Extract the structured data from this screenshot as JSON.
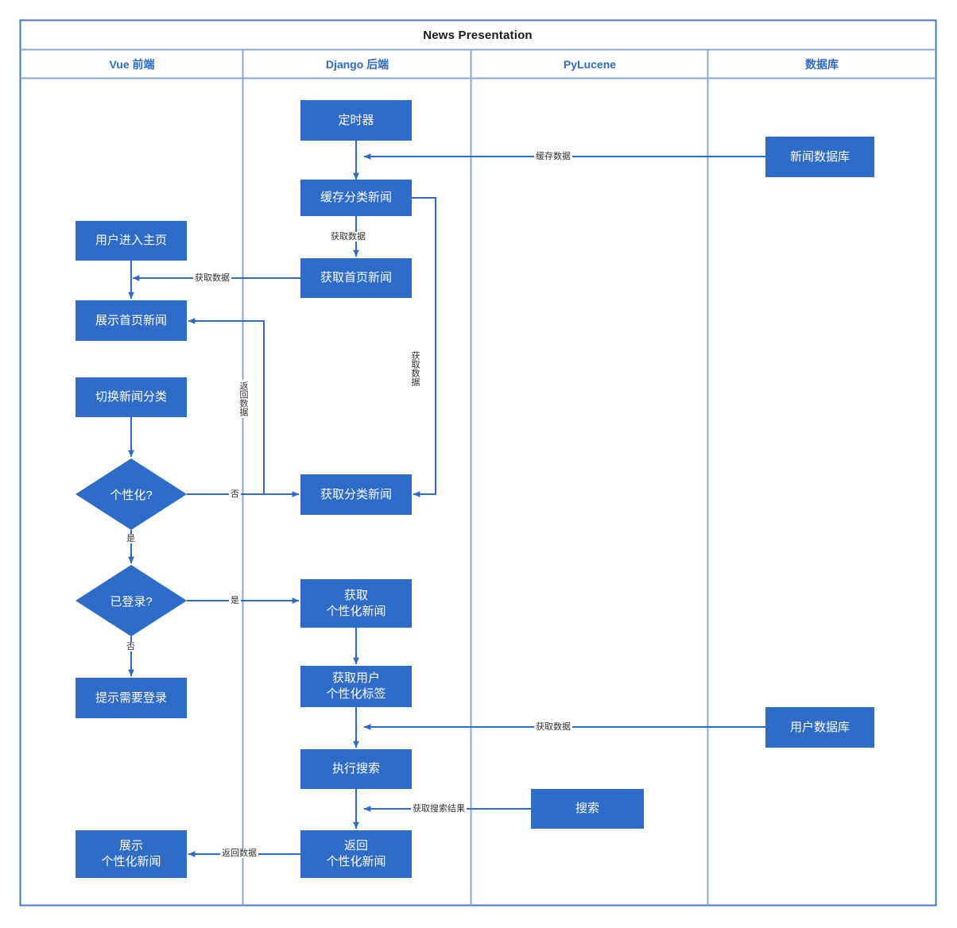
{
  "diagram": {
    "pool_title": "News Presentation",
    "lanes": [
      {
        "id": "vue",
        "label": "Vue 前端"
      },
      {
        "id": "django",
        "label": "Django 后端"
      },
      {
        "id": "lucene",
        "label": "PyLucene"
      },
      {
        "id": "db",
        "label": "数据库"
      }
    ],
    "colors": {
      "node_fill": "#2d6cc8",
      "node_text": "#ffffff",
      "lane_border": "#8aa4dc",
      "frame_border": "#4a72c8",
      "edge": "#2f6ac9",
      "lane_label": "#2f6ac9",
      "pool_label": "#1a1a1a",
      "edge_label": "#333333",
      "background": "#ffffff"
    },
    "nodes": [
      {
        "id": "timer",
        "lane": "django",
        "shape": "box",
        "label": "定时器"
      },
      {
        "id": "newsdb",
        "lane": "db",
        "shape": "box",
        "label": "新闻数据库"
      },
      {
        "id": "cache",
        "lane": "django",
        "shape": "box",
        "label": "缓存分类新闻"
      },
      {
        "id": "enter_home",
        "lane": "vue",
        "shape": "box",
        "label": "用户进入主页"
      },
      {
        "id": "fetch_home",
        "lane": "django",
        "shape": "box",
        "label": "获取首页新闻"
      },
      {
        "id": "show_home",
        "lane": "vue",
        "shape": "box",
        "label": "展示首页新闻"
      },
      {
        "id": "switch_cat",
        "lane": "vue",
        "shape": "box",
        "label": "切换新闻分类"
      },
      {
        "id": "is_personal",
        "lane": "vue",
        "shape": "diamond",
        "label": "个性化?"
      },
      {
        "id": "fetch_cat",
        "lane": "django",
        "shape": "box",
        "label": "获取分类新闻"
      },
      {
        "id": "is_logged",
        "lane": "vue",
        "shape": "diamond",
        "label": "已登录?"
      },
      {
        "id": "fetch_pers",
        "lane": "django",
        "shape": "box",
        "label": "获取\n个性化新闻"
      },
      {
        "id": "need_login",
        "lane": "vue",
        "shape": "box",
        "label": "提示需要登录"
      },
      {
        "id": "fetch_tags",
        "lane": "django",
        "shape": "box",
        "label": "获取用户\n个性化标签"
      },
      {
        "id": "userdb",
        "lane": "db",
        "shape": "box",
        "label": "用户数据库"
      },
      {
        "id": "do_search",
        "lane": "django",
        "shape": "box",
        "label": "执行搜索"
      },
      {
        "id": "search",
        "lane": "lucene",
        "shape": "box",
        "label": "搜索"
      },
      {
        "id": "return_pers",
        "lane": "django",
        "shape": "box",
        "label": "返回\n个性化新闻"
      },
      {
        "id": "show_pers",
        "lane": "vue",
        "shape": "box",
        "label": "展示\n个性化新闻"
      }
    ],
    "edges": [
      {
        "id": "e-timer-cache",
        "from": "timer",
        "to": "cache",
        "label": ""
      },
      {
        "id": "e-newsdb-cache",
        "from": "newsdb",
        "to": "cache",
        "label": "缓存数据"
      },
      {
        "id": "e-cache-fetchhome",
        "from": "cache",
        "to": "fetch_home",
        "label": "获取数据"
      },
      {
        "id": "e-enterhome-showhome",
        "from": "enter_home",
        "to": "show_home",
        "label": ""
      },
      {
        "id": "e-fetchhome-home",
        "from": "fetch_home",
        "to": "enter_home",
        "label": "获取数据"
      },
      {
        "id": "e-cache-fetchcat",
        "from": "cache",
        "to": "fetch_cat",
        "label": "获取数据"
      },
      {
        "id": "e-switch-ispersonal",
        "from": "switch_cat",
        "to": "is_personal",
        "label": ""
      },
      {
        "id": "e-ispersonal-fetchcat",
        "from": "is_personal",
        "to": "fetch_cat",
        "label": "否"
      },
      {
        "id": "e-fetchcat-showhome",
        "from": "fetch_cat",
        "to": "show_home",
        "label": "返回数据"
      },
      {
        "id": "e-ispersonal-islogged",
        "from": "is_personal",
        "to": "is_logged",
        "label": "是"
      },
      {
        "id": "e-islogged-fetchpers",
        "from": "is_logged",
        "to": "fetch_pers",
        "label": "是"
      },
      {
        "id": "e-islogged-needlogin",
        "from": "is_logged",
        "to": "need_login",
        "label": "否"
      },
      {
        "id": "e-fetchpers-fetchtags",
        "from": "fetch_pers",
        "to": "fetch_tags",
        "label": ""
      },
      {
        "id": "e-userdb-fetchtags",
        "from": "userdb",
        "to": "fetch_tags",
        "label": "获取数据"
      },
      {
        "id": "e-fetchtags-dosearch",
        "from": "fetch_tags",
        "to": "do_search",
        "label": ""
      },
      {
        "id": "e-search-dosearch",
        "from": "search",
        "to": "do_search",
        "label": "获取搜索结果"
      },
      {
        "id": "e-dosearch-returnpers",
        "from": "do_search",
        "to": "return_pers",
        "label": ""
      },
      {
        "id": "e-returnpers-showpers",
        "from": "return_pers",
        "to": "show_pers",
        "label": "返回数据"
      }
    ]
  }
}
